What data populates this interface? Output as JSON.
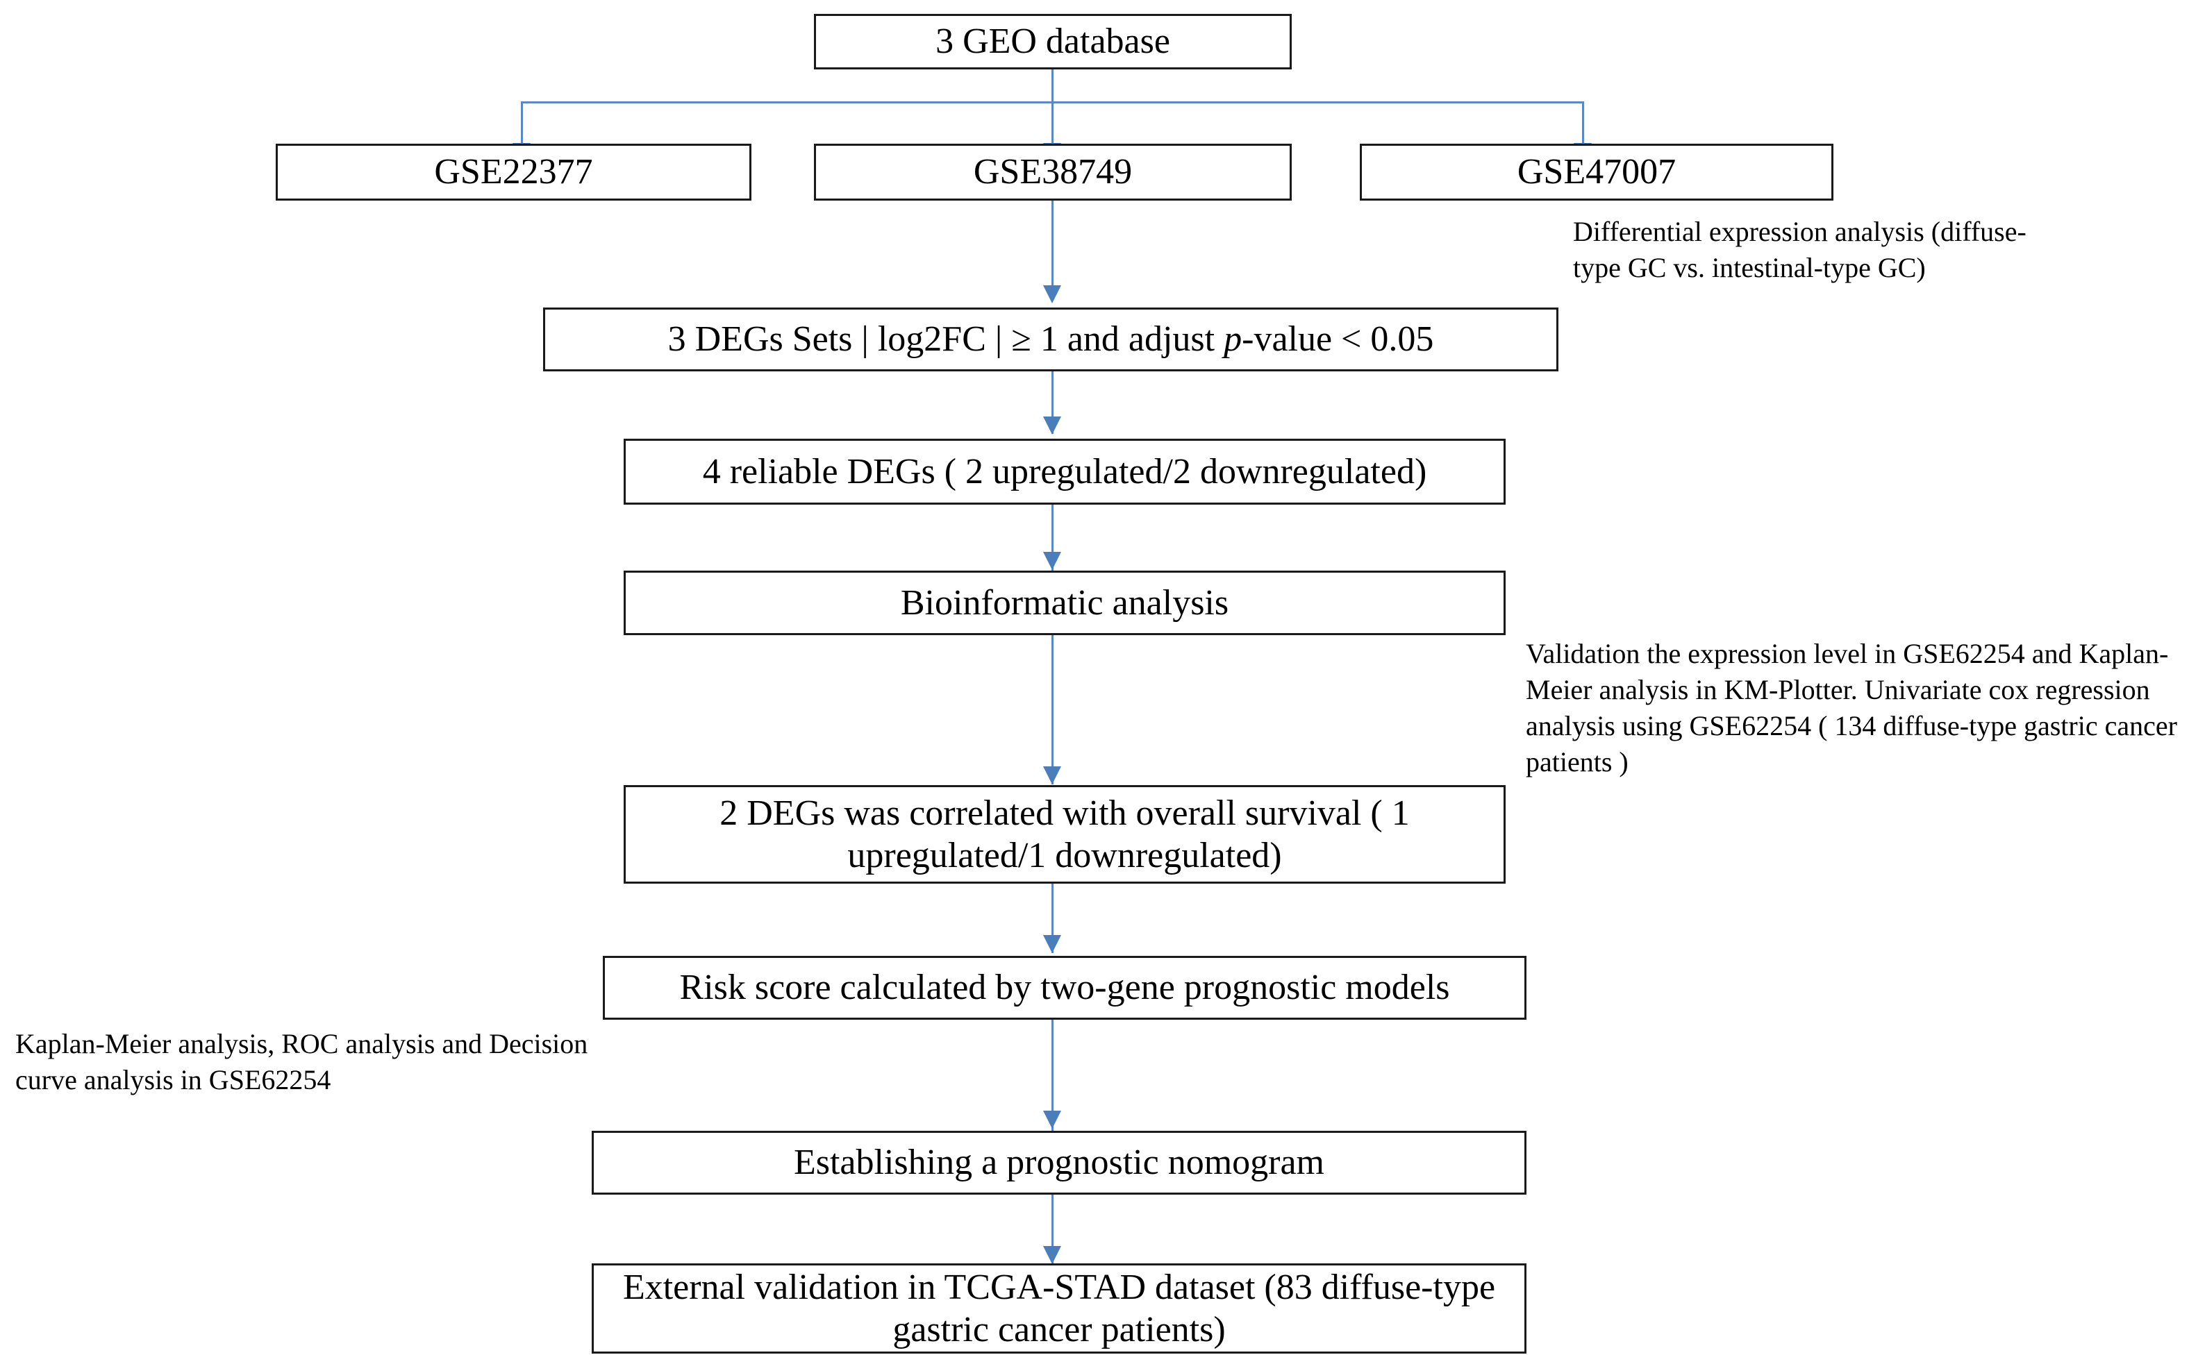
{
  "diagram": {
    "title": "Study workflow flowchart",
    "accent_color": "#4a7ebb",
    "box_border_color": "#1a1a1a",
    "background_color": "#ffffff",
    "nodes": {
      "geo_database": "3 GEO database",
      "gse22377": "GSE22377",
      "gse38749": "GSE38749",
      "gse47007": "GSE47007",
      "degs_sets_prefix": "3 DEGs Sets  | log2FC | ≥ 1 and adjust ",
      "degs_sets_italic": "p",
      "degs_sets_suffix": "-value < 0.05",
      "degs_sets_full": "3 DEGs Sets  | log2FC | ≥ 1 and adjust p-value < 0.05",
      "reliable_degs": "4 reliable DEGs ( 2 upregulated/2 downregulated)",
      "bioinformatic_analysis": "Bioinformatic analysis",
      "degs_survival": "2 DEGs was correlated with overall survival ( 1 upregulated/1 downregulated)",
      "risk_score": "Risk score calculated by two-gene prognostic models",
      "nomogram": "Establishing a prognostic nomogram",
      "external_validation": "External validation in TCGA-STAD dataset (83 diffuse-type gastric cancer patients)"
    },
    "annotations": {
      "differential_expression": "Differential expression analysis (diffuse-type GC vs. intestinal-type GC)",
      "validation_kmplotter": "Validation the expression level in GSE62254 and Kaplan-Meier analysis in KM-Plotter. Univariate cox regression analysis using GSE62254 ( 134 diffuse-type gastric cancer patients )",
      "km_roc_dca": "Kaplan-Meier analysis, ROC analysis and Decision curve analysis in GSE62254"
    }
  }
}
